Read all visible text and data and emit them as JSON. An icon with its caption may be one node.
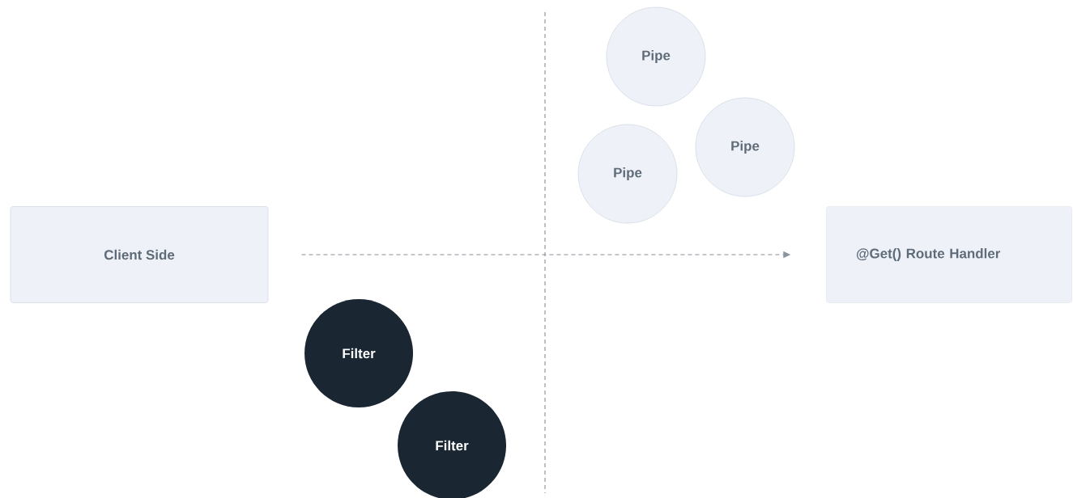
{
  "diagram": {
    "nodes": [
      {
        "text": [
          "Client Side"
        ]
      },
      {
        "text": [
          "Pipe"
        ]
      },
      {
        "text": [
          "Pipe"
        ]
      },
      {
        "text": [
          "Pipe"
        ]
      },
      {
        "text": [
          "@Get() Route Handler"
        ]
      },
      {
        "text": [
          "Filter"
        ]
      },
      {
        "text": [
          "Filter"
        ]
      }
    ],
    "edges": [
      {
        "from": 0,
        "to": 4,
        "arrow": "to",
        "style": "dashed"
      }
    ]
  }
}
